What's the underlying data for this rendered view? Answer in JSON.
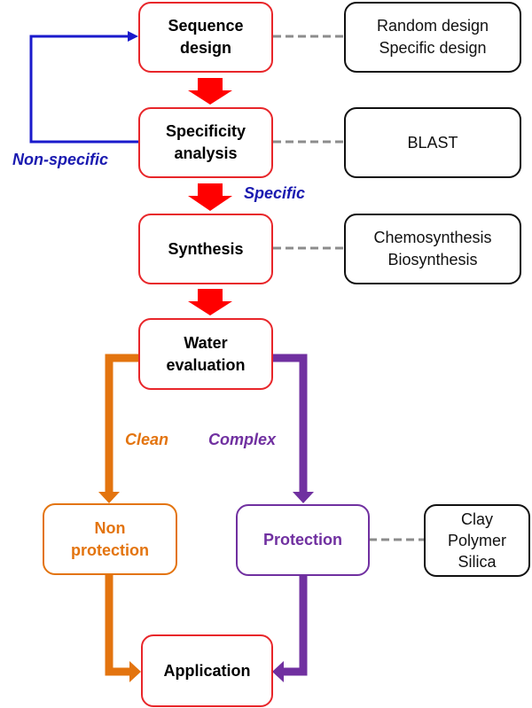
{
  "colors": {
    "main_flow": "#ff0000",
    "step_border": "#e8262a",
    "loop": "#1a1acc",
    "loop_text": "#1a1ab0",
    "clean": "#e3740f",
    "complex": "#7030a0",
    "connector": "#8c8c8c",
    "note_border": "#111111"
  },
  "steps": {
    "sequence_design": [
      "Sequence",
      "design"
    ],
    "specificity_analysis": [
      "Specificity",
      "analysis"
    ],
    "synthesis": [
      "Synthesis"
    ],
    "water_evaluation": [
      "Water",
      "evaluation"
    ],
    "non_protection": [
      "Non",
      "protection"
    ],
    "protection": [
      "Protection"
    ],
    "application": [
      "Application"
    ]
  },
  "notes": {
    "sequence_design": [
      "Random design",
      "Specific design"
    ],
    "specificity_analysis": [
      "BLAST"
    ],
    "synthesis": [
      "Chemosynthesis",
      "Biosynthesis"
    ],
    "protection": [
      "Clay",
      "Polymer",
      "Silica"
    ]
  },
  "labels": {
    "non_specific": "Non-specific",
    "specific": "Specific",
    "clean": "Clean",
    "complex": "Complex"
  }
}
